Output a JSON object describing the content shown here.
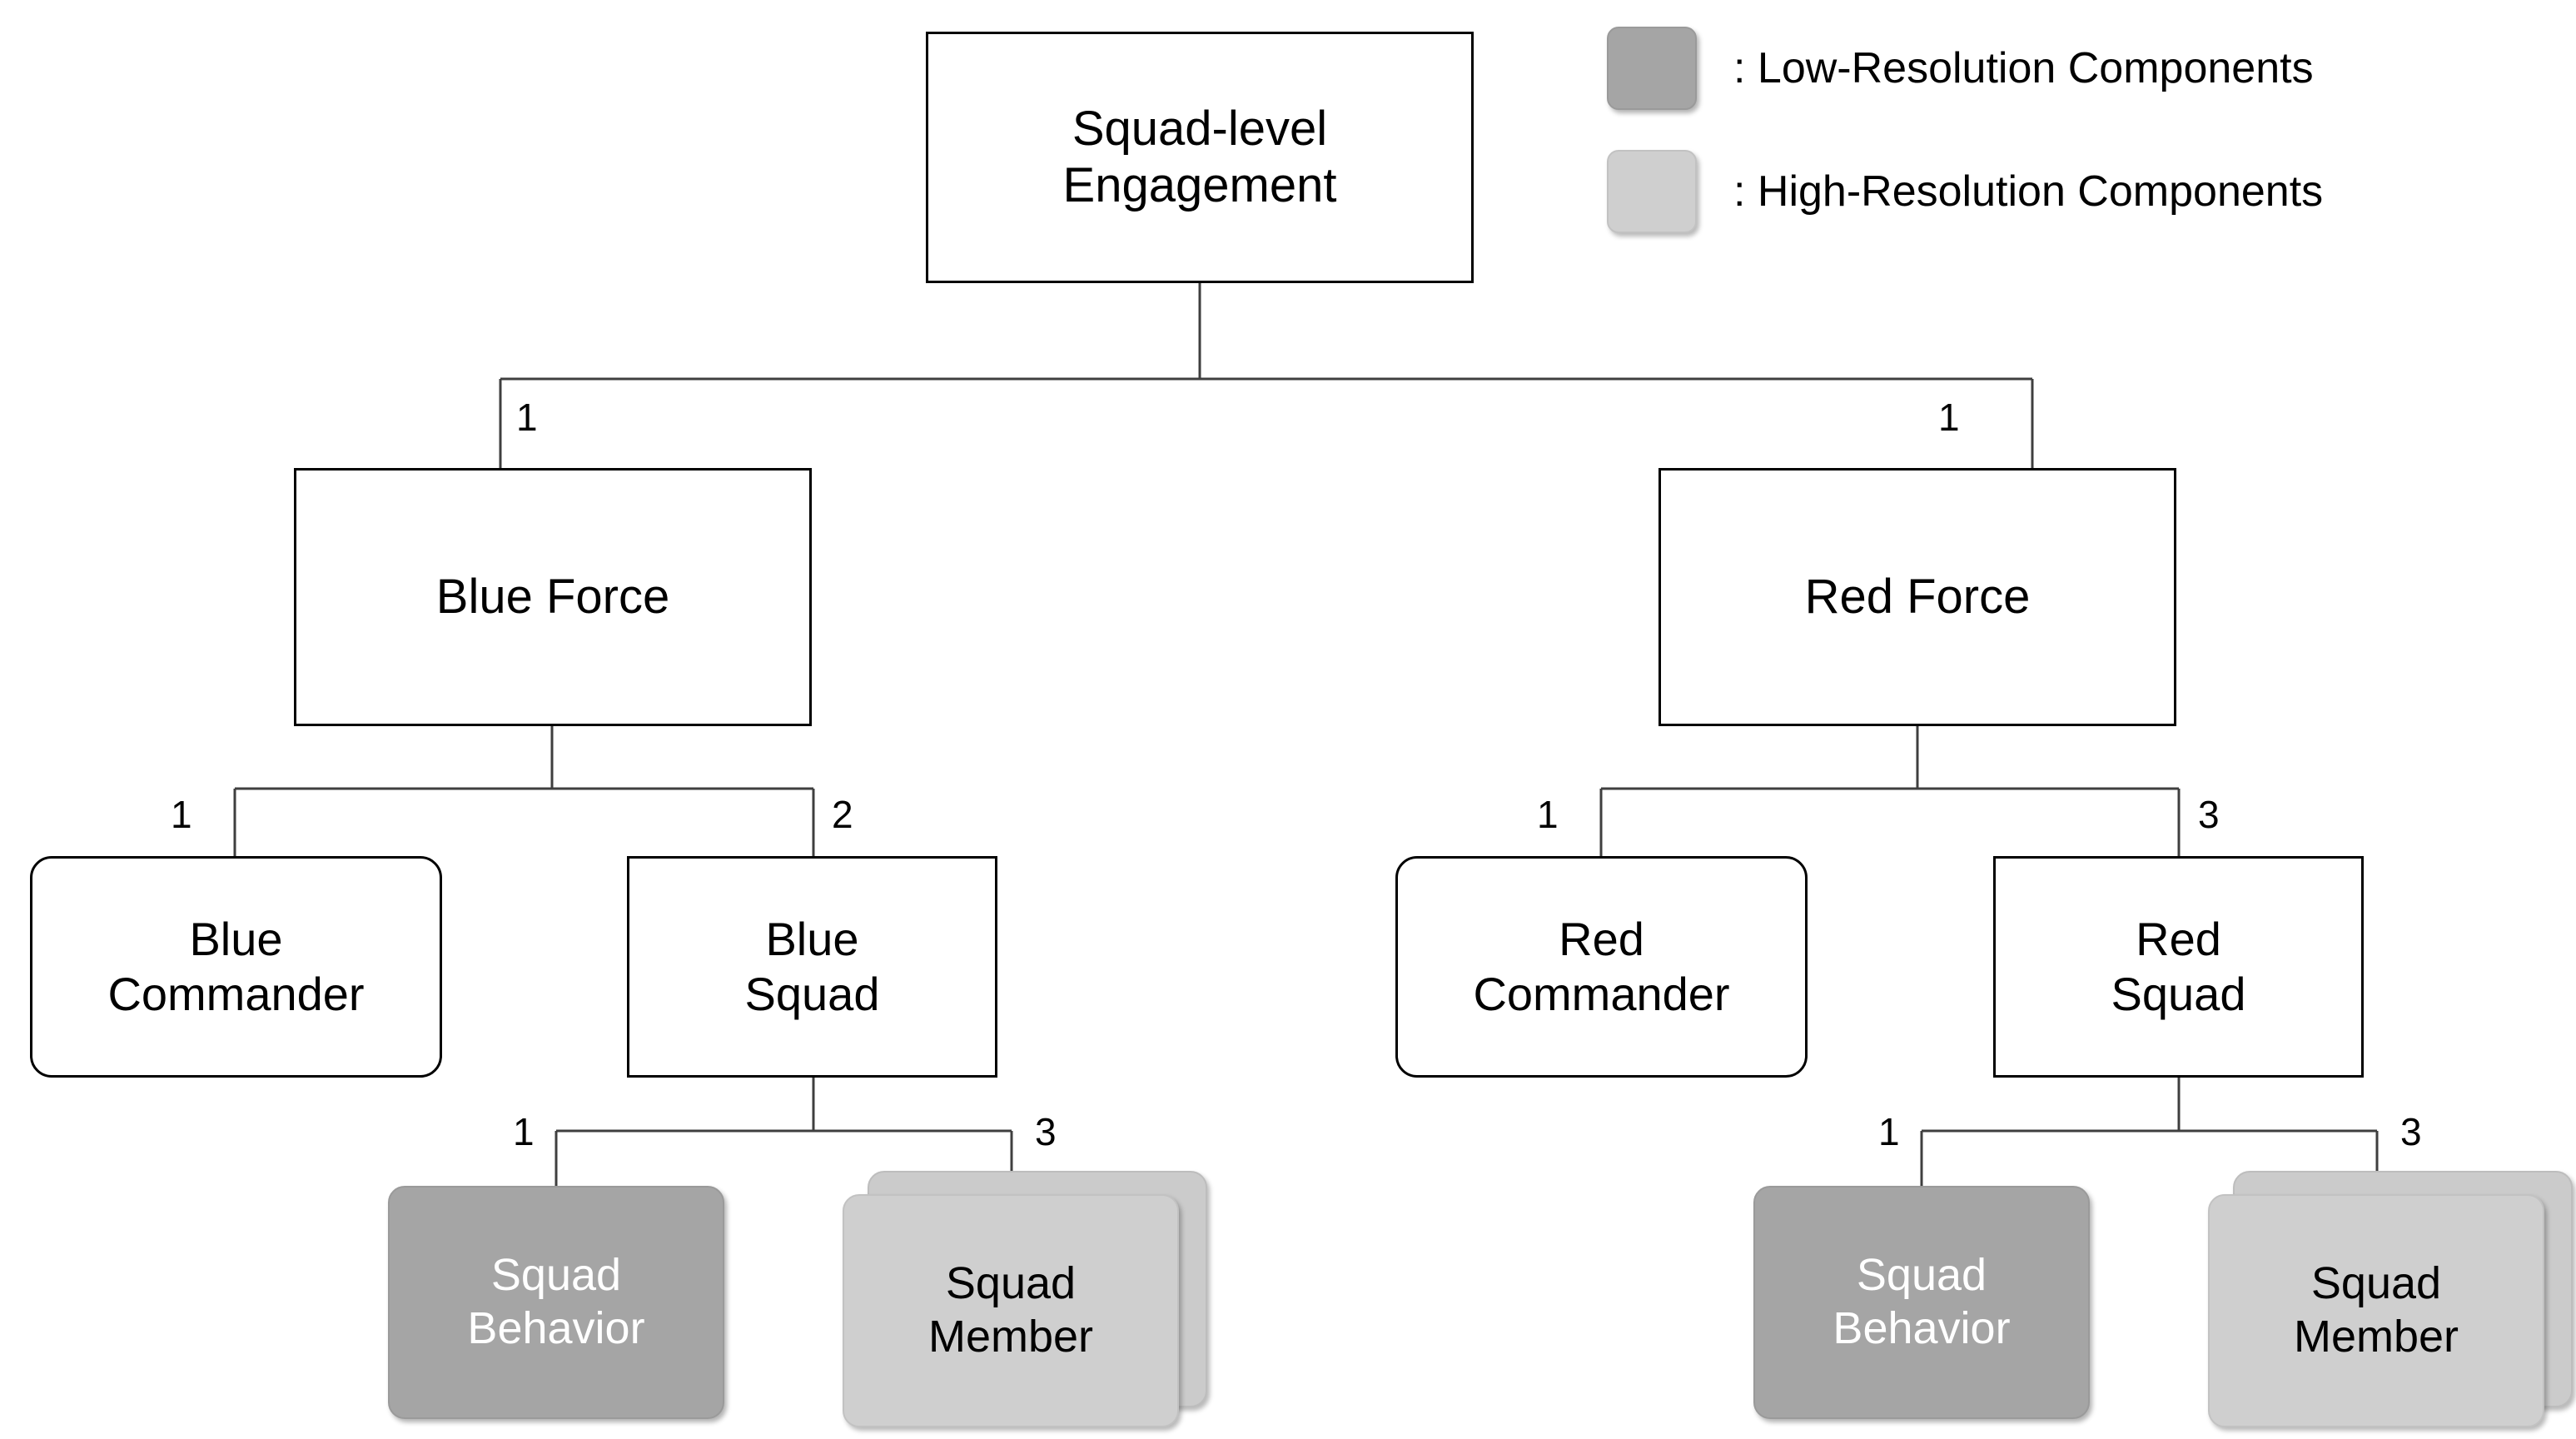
{
  "diagram": {
    "type": "hierarchy-tree",
    "title": "Squad-level Engagement composition hierarchy"
  },
  "nodes": {
    "root": {
      "label": "Squad-level\nEngagement",
      "style": "rect-sharp"
    },
    "blue_force": {
      "label": "Blue Force",
      "style": "rect-sharp"
    },
    "red_force": {
      "label": "Red Force",
      "style": "rect-sharp"
    },
    "blue_commander": {
      "label": "Blue\nCommander",
      "style": "rect-round"
    },
    "blue_squad": {
      "label": "Blue\nSquad",
      "style": "rect-sharp"
    },
    "red_commander": {
      "label": "Red\nCommander",
      "style": "rect-round"
    },
    "red_squad": {
      "label": "Red\nSquad",
      "style": "rect-sharp"
    },
    "blue_squad_behavior": {
      "label": "Squad\nBehavior",
      "style": "card-low"
    },
    "blue_squad_member": {
      "label": "Squad\nMember",
      "style": "card-high-stacked"
    },
    "red_squad_behavior": {
      "label": "Squad\nBehavior",
      "style": "card-low"
    },
    "red_squad_member": {
      "label": "Squad\nMember",
      "style": "card-high-stacked"
    }
  },
  "multiplicities": {
    "root_to_blue_force": "1",
    "root_to_red_force": "1",
    "blue_force_to_commander": "1",
    "blue_force_to_squad": "2",
    "red_force_to_commander": "1",
    "red_force_to_squad": "3",
    "blue_squad_to_behavior": "1",
    "blue_squad_to_member": "3",
    "red_squad_to_behavior": "1",
    "red_squad_to_member": "3"
  },
  "legend": {
    "items": [
      {
        "swatch": "low-resolution-swatch",
        "text": ": Low-Resolution Components",
        "color": "#A5A5A5"
      },
      {
        "swatch": "high-resolution-swatch",
        "text": ": High-Resolution Components",
        "color": "#CFCFCF"
      }
    ]
  },
  "colors": {
    "background": "#FFFFFF",
    "stroke": "#000000",
    "low_resolution": "#A5A5A5",
    "high_resolution": "#CFCFCF",
    "low_resolution_text": "#FFFFFF",
    "high_resolution_text": "#000000"
  }
}
